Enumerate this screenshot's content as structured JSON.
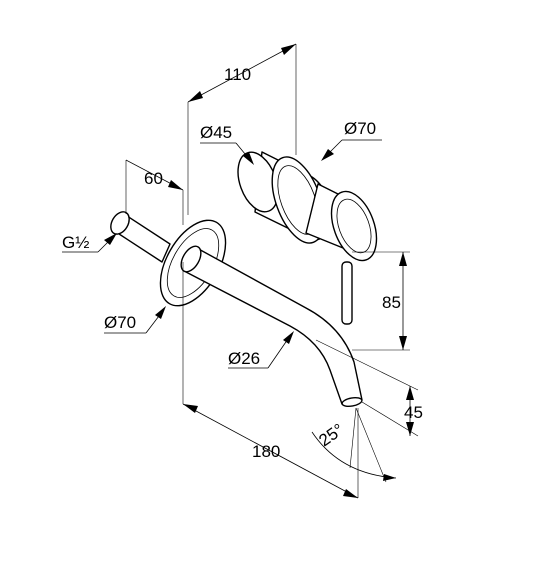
{
  "labels": {
    "dim_110": "110",
    "dim_60": "60",
    "dia_45": "Ø45",
    "dia_70_top": "Ø70",
    "thread_g": "G½",
    "dia_70_left": "Ø70",
    "dia_26": "Ø26",
    "dim_85": "85",
    "dim_45": "45",
    "angle_25": "25°",
    "dim_180": "180"
  },
  "colors": {
    "line": "#000000",
    "background": "#ffffff"
  }
}
